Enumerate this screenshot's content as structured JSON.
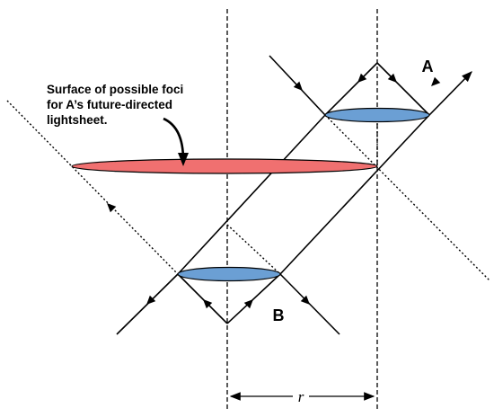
{
  "labels": {
    "event_a": "A",
    "event_b": "B",
    "separation": "r",
    "caption_line1": "Surface of possible foci",
    "caption_line2": "for A’s future-directed",
    "caption_line3": "lightsheet."
  },
  "colors": {
    "lightsheet_disk": "#6b9fd4",
    "foci_surface": "#f07070",
    "ink": "#000000",
    "background": "#ffffff"
  }
}
